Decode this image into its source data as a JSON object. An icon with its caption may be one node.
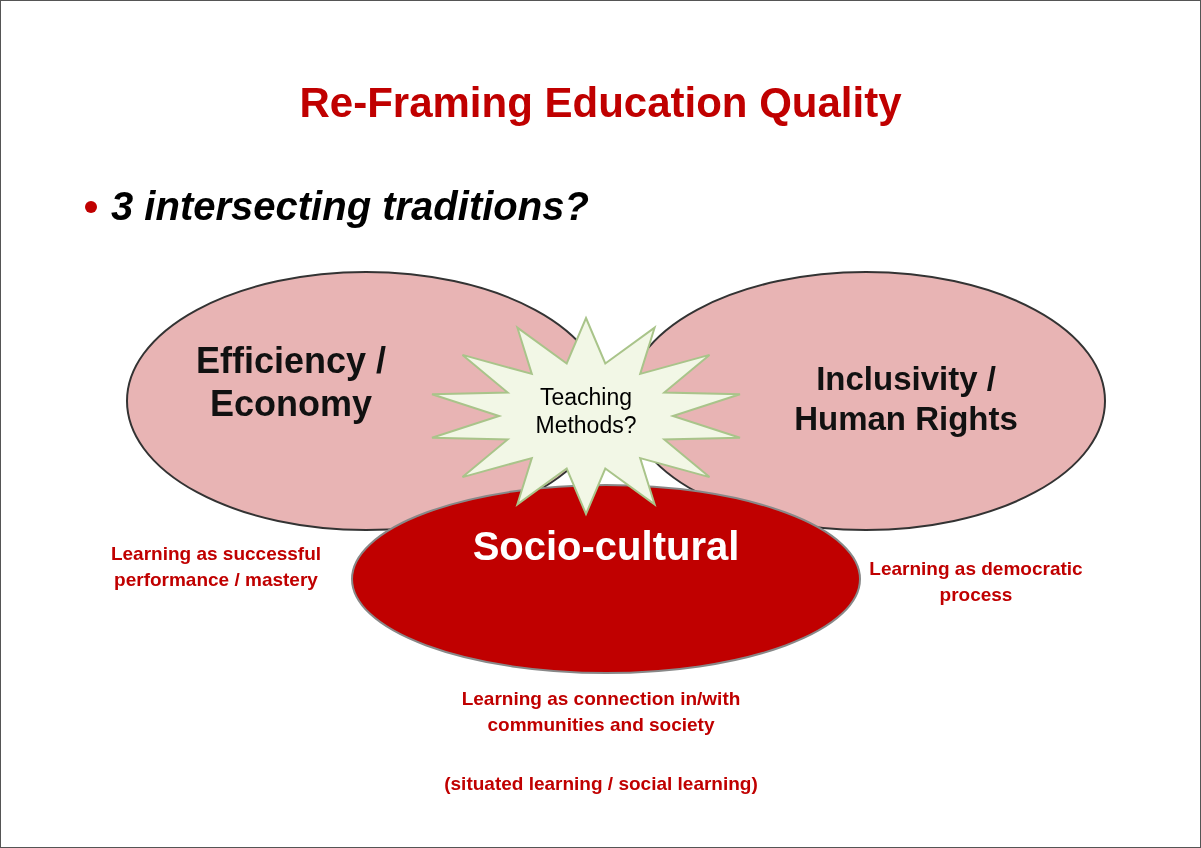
{
  "diagram": {
    "title": "Re-Framing Education Quality",
    "nodes": [
      {
        "text": [
          "Efficiency / Economy"
        ]
      },
      {
        "text": [
          "Inclusivity / Human Rights"
        ]
      },
      {
        "text": [
          "Socio-cultural"
        ]
      },
      {
        "text": [
          "Teaching Methods?"
        ]
      }
    ],
    "labels": [
      "**3** intersecting traditions?",
      "Learning as successful performance / mastery",
      "Learning as democratic process",
      "Learning as connection in/with communities and society",
      "(situated learning / social learning)"
    ]
  }
}
